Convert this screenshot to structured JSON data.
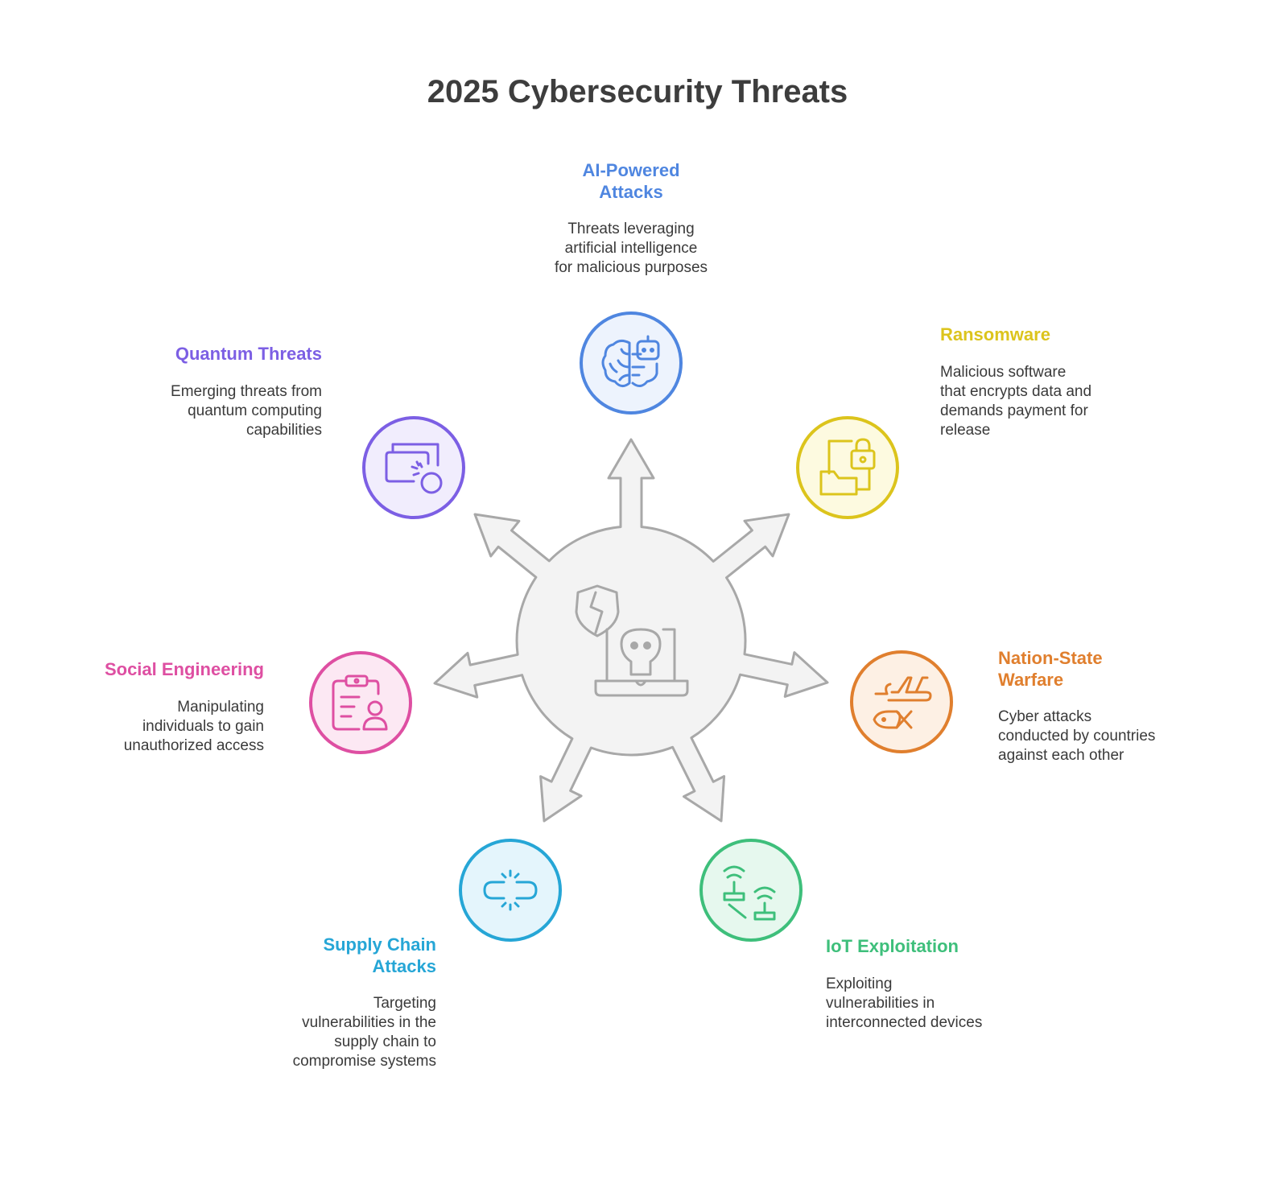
{
  "title": "2025 Cybersecurity Threats",
  "threats": [
    {
      "label_lines": [
        "AI-Powered",
        "Attacks"
      ],
      "description_lines": [
        "Threats leveraging",
        "artificial intelligence",
        "for malicious purposes"
      ],
      "color": "#4f86e0",
      "fill": "#edf3fd",
      "icon": "brain-robot-icon"
    },
    {
      "label_lines": [
        "Ransomware"
      ],
      "description_lines": [
        "Malicious software",
        "that encrypts data and",
        "demands payment for",
        "release"
      ],
      "color": "#dcc41c",
      "fill": "#fdfae0",
      "icon": "file-lock-icon"
    },
    {
      "label_lines": [
        "Nation-State",
        "Warfare"
      ],
      "description_lines": [
        "Cyber attacks",
        "conducted by countries",
        "against each other"
      ],
      "color": "#e07f2e",
      "fill": "#fdf0e4",
      "icon": "military-aircraft-icon"
    },
    {
      "label_lines": [
        "IoT Exploitation"
      ],
      "description_lines": [
        "Exploiting",
        "vulnerabilities in",
        "interconnected devices"
      ],
      "color": "#3ebf7b",
      "fill": "#e6f8ee",
      "icon": "connected-devices-icon"
    },
    {
      "label_lines": [
        "Supply Chain",
        "Attacks"
      ],
      "description_lines": [
        "Targeting",
        "vulnerabilities in the",
        "supply chain to",
        "compromise systems"
      ],
      "color": "#26a6d6",
      "fill": "#e4f5fc",
      "icon": "broken-link-icon"
    },
    {
      "label_lines": [
        "Social Engineering"
      ],
      "description_lines": [
        "Manipulating",
        "individuals to gain",
        "unauthorized access"
      ],
      "color": "#de4fa2",
      "fill": "#fce8f3",
      "icon": "clipboard-user-icon"
    },
    {
      "label_lines": [
        "Quantum Threats"
      ],
      "description_lines": [
        "Emerging threats from",
        "quantum computing",
        "capabilities"
      ],
      "color": "#7c5fe4",
      "fill": "#f1edfd",
      "icon": "quantum-screen-icon"
    }
  ],
  "center": {
    "icons": [
      "broken-shield-icon",
      "laptop-skull-icon"
    ],
    "fill": "#f3f3f3",
    "stroke": "#a8a8a8"
  }
}
